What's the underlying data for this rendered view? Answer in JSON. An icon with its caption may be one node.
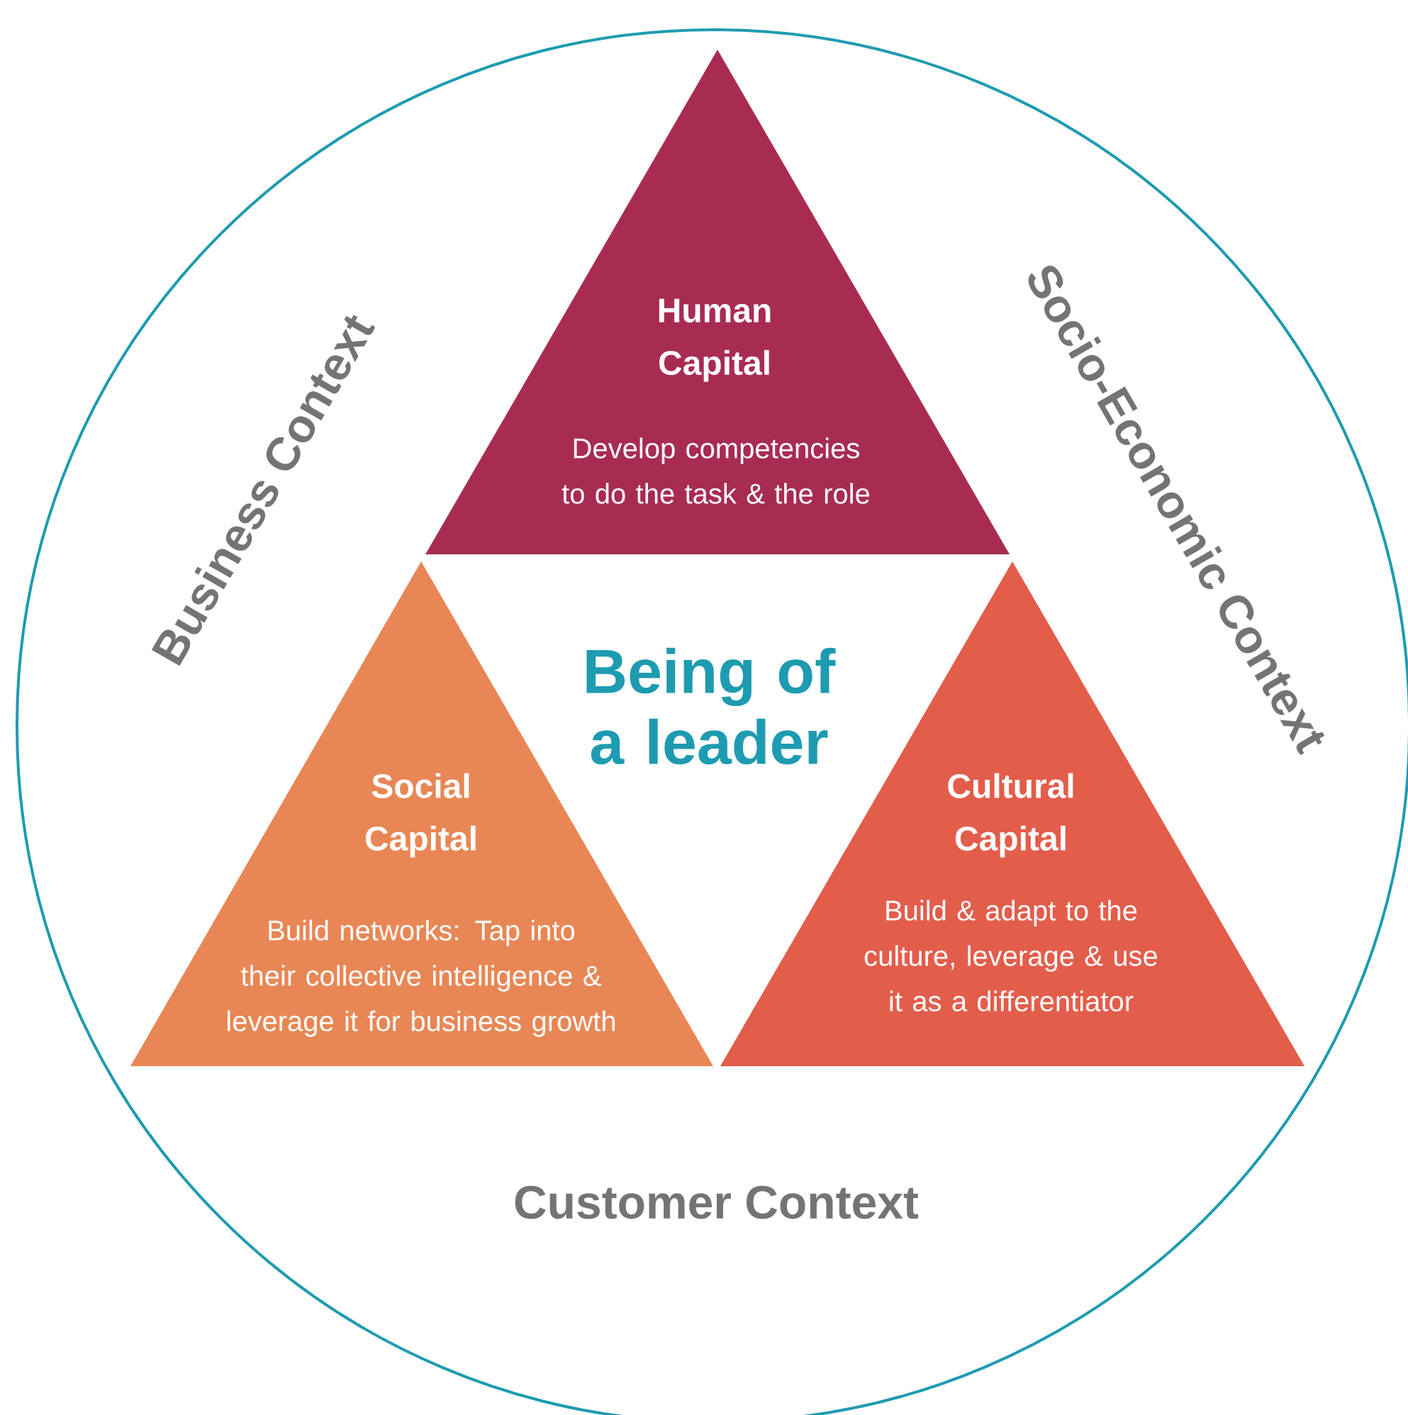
{
  "diagram": {
    "nodes": [
      {
        "text": [
          "Business Context",
          "Socio-Economic Context",
          "Being of a leader",
          "Customer Context"
        ]
      },
      {
        "text": [
          "Human Capital",
          "Develop competencies to do the task & the role"
        ],
        "in": 0
      },
      {
        "text": [
          "Social Capital",
          "Build networks: Tap into their collective intelligence & leverage it for business growth"
        ],
        "in": 0
      },
      {
        "text": [
          "Cultural Capital",
          "Build & adapt to the culture, leverage & use it as a differentiator"
        ],
        "in": 0
      }
    ],
    "edges": []
  }
}
